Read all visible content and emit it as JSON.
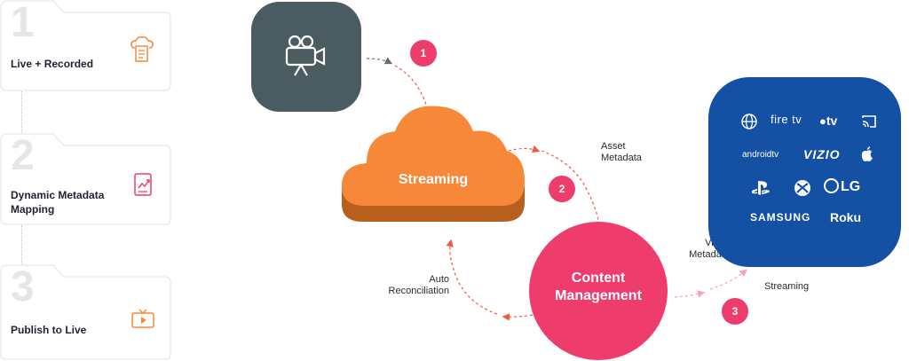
{
  "steps": [
    {
      "number": "1",
      "label": "Live + Recorded",
      "icon": "cloud-document-icon"
    },
    {
      "number": "2",
      "label": "Dynamic Metadata Mapping",
      "icon": "analytics-report-icon"
    },
    {
      "number": "3",
      "label": "Publish to Live",
      "icon": "tv-play-icon"
    }
  ],
  "diagram": {
    "camera_icon": "video-camera-icon",
    "cloud_label": "Streaming",
    "cm_label_line1": "Content",
    "cm_label_line2": "Management",
    "badges": [
      "1",
      "2",
      "3"
    ],
    "notes": {
      "asset_1": "Asset",
      "asset_2": "Metadata",
      "video_1": "Video",
      "video_2": "Metadata",
      "auto_1": "Auto",
      "auto_2": "Reconciliation",
      "streaming": "Streaming"
    }
  },
  "platforms": {
    "row1": [
      "globe-icon",
      "fire tv",
      "tv",
      "cast-icon"
    ],
    "row2": [
      "androidtv",
      "VIZIO",
      "apple-icon"
    ],
    "row3": [
      "playstation-icon",
      "xbox-icon",
      "LG"
    ],
    "row4": [
      "SAMSUNG",
      "Roku"
    ]
  },
  "colors": {
    "accent_pink": "#ee3d6c",
    "accent_orange": "#f7883a",
    "camera_box": "#4a5b62",
    "platform_blue": "#1450a3"
  }
}
